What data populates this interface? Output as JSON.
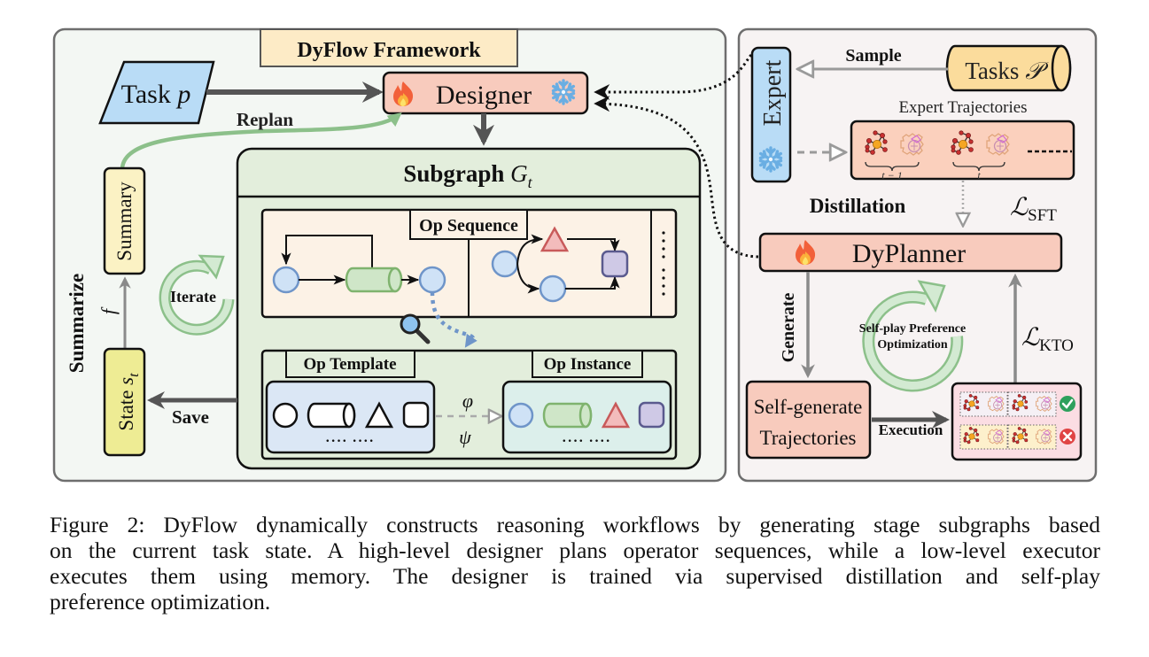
{
  "colors": {
    "panel_bg_left": "#f3f7f3",
    "panel_bg_right": "#f7f3f3",
    "panel_border": "#6e6e6e",
    "title_bg": "#fdebc6",
    "task_bg": "#b9dcf6",
    "designer_bg": "#f8cbbd",
    "subgraph_bg": "#e3eedc",
    "op_sequence_bg": "#fcf2e6",
    "op_template_bg": "#dbe7f5",
    "op_instance_bg": "#dcefeb",
    "summary_bg": "#fbf2c4",
    "state_bg": "#eeec94",
    "expert_bg": "#b9dcf6",
    "tasks_db_bg": "#fbdc9c",
    "trajectories_bg": "#fbd0bd",
    "dyplanner_bg": "#f8cbbd",
    "selfgen_bg": "#f8cbbd",
    "results_bg": "#fbdde3",
    "green_arrow": "#8cc08a",
    "green_fill": "#d3ead2",
    "node_blue": "#cfe2f6",
    "node_blue_stroke": "#6f95c9",
    "cyl_green": "#cfe6c8",
    "cyl_green_stroke": "#7fb36e",
    "tri_red": "#f3bcbc",
    "tri_red_stroke": "#c85a5a",
    "sq_purple": "#cfc9e6",
    "sq_purple_stroke": "#5a5a8e",
    "check_green": "#2ea05c",
    "cross_red": "#e04444"
  },
  "left_panel": {
    "title": "DyFlow Framework",
    "task": {
      "label": "Task ",
      "var": "p"
    },
    "designer": {
      "label": "Designer",
      "icons": [
        "fire-icon",
        "snowflake-icon"
      ]
    },
    "replan_label": "Replan",
    "subgraph": {
      "label": "Subgraph ",
      "var": "G",
      "sub": "t"
    },
    "op_sequence_label": "Op Sequence",
    "op_template_label": "Op Template",
    "op_instance_label": "Op Instance",
    "phi": "φ",
    "psi": "ψ",
    "ellipsis": "···· ····",
    "summarize_label": "Summarize",
    "summary_label": "Summary",
    "f_label": "f",
    "iterate_label": "Iterate",
    "state": {
      "label": "State ",
      "var": "s",
      "sub": "t"
    },
    "save_label": "Save"
  },
  "right_panel": {
    "sample_label": "Sample",
    "tasks": {
      "label": "Tasks ",
      "var": "𝒫"
    },
    "expert_label": "Expert",
    "expert_trajectories_label": "Expert Trajectories",
    "traj_brace_1": "t − 1",
    "traj_brace_2": "t",
    "distillation_label": "Distillation",
    "loss_sft": {
      "L": "ℒ",
      "sub": "SFT"
    },
    "dyplanner_label": "DyPlanner",
    "generate_label": "Generate",
    "selfplay_label_1": "Self-play Preference",
    "selfplay_label_2": "Optimization",
    "loss_kto": {
      "L": "ℒ",
      "sub": "KTO"
    },
    "selfgen_label_1": "Self-generate",
    "selfgen_label_2": "Trajectories",
    "execution_label": "Execution",
    "results": [
      {
        "status": "success",
        "icon": "check-icon"
      },
      {
        "status": "failure",
        "icon": "cross-icon"
      }
    ]
  },
  "caption": {
    "lines": [
      "Figure 2: DyFlow dynamically constructs reasoning workflows by generating stage subgraphs based",
      "on the current task state. A high-level designer plans operator sequences, while a low-level executor",
      "executes them using memory.  The designer is trained via supervised distillation and self-play",
      "preference optimization."
    ]
  }
}
